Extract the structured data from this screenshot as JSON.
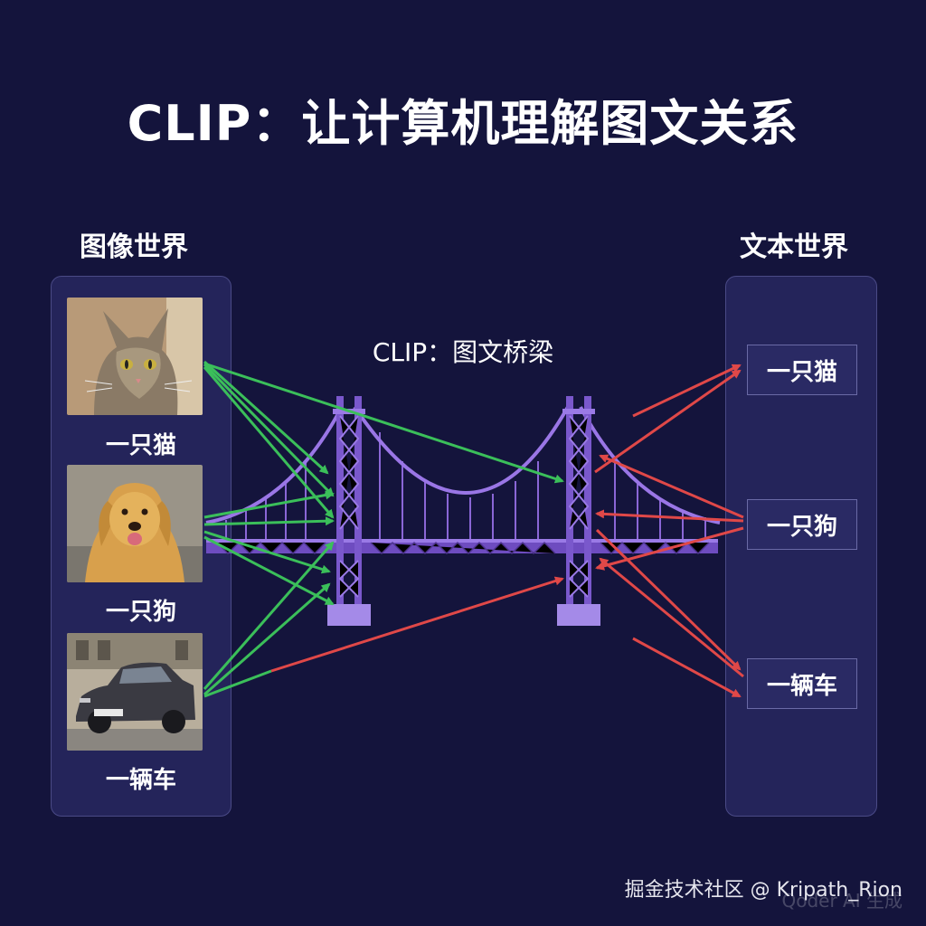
{
  "title": "CLIP：让计算机理解图文关系",
  "image_world": {
    "heading": "图像世界",
    "items": [
      {
        "caption": "一只猫",
        "icon": "cat-photo"
      },
      {
        "caption": "一只狗",
        "icon": "dog-photo"
      },
      {
        "caption": "一辆车",
        "icon": "car-photo"
      }
    ]
  },
  "text_world": {
    "heading": "文本世界",
    "items": [
      "一只猫",
      "一只狗",
      "一辆车"
    ]
  },
  "bridge": {
    "label": "CLIP：图文桥梁",
    "icon": "suspension-bridge-icon",
    "color": "#8a66d6"
  },
  "arrows": {
    "match_color": "#3bbf5a",
    "mismatch_color": "#e04848"
  },
  "watermark": "掘金技术社区 @ Kripath_Rion",
  "watermark_faint": "Qoder AI 生成"
}
